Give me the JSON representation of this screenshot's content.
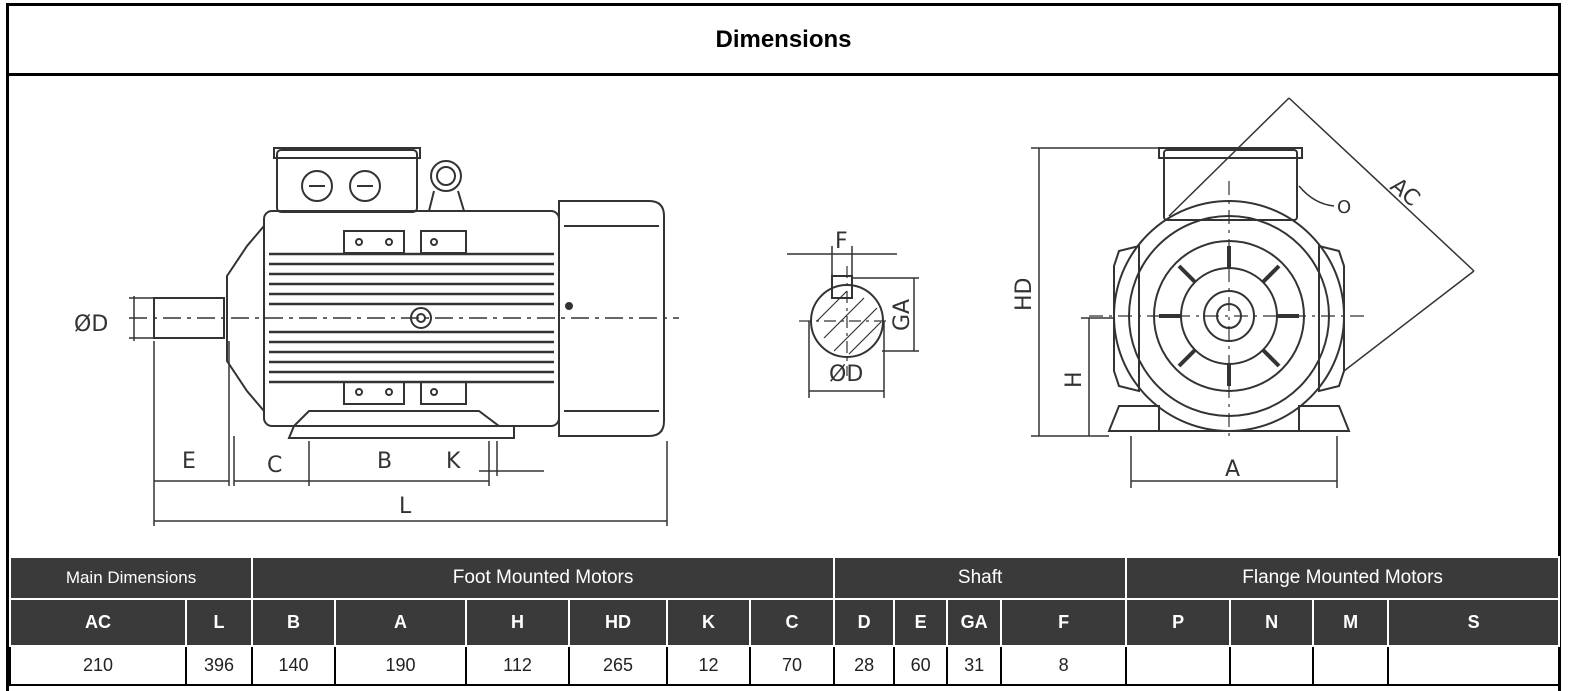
{
  "title": "Dimensions",
  "drawing_labels": {
    "side": {
      "phi_d": "ØD",
      "e": "E",
      "c": "C",
      "b": "B",
      "k": "K",
      "l": "L"
    },
    "shaft": {
      "f": "F",
      "ga": "GA",
      "phi_d": "ØD"
    },
    "front": {
      "hd": "HD",
      "h": "H",
      "a": "A",
      "ac": "AC",
      "o": "O"
    }
  },
  "table": {
    "groups": [
      "Main Dimensions",
      "Foot Mounted Motors",
      "Shaft",
      "Flange Mounted Motors"
    ],
    "headers": [
      "AC",
      "L",
      "B",
      "A",
      "H",
      "HD",
      "K",
      "C",
      "D",
      "E",
      "GA",
      "F",
      "P",
      "N",
      "M",
      "S"
    ],
    "values": [
      "210",
      "396",
      "140",
      "190",
      "112",
      "265",
      "12",
      "70",
      "28",
      "60",
      "31",
      "8",
      "",
      "",
      "",
      ""
    ]
  }
}
